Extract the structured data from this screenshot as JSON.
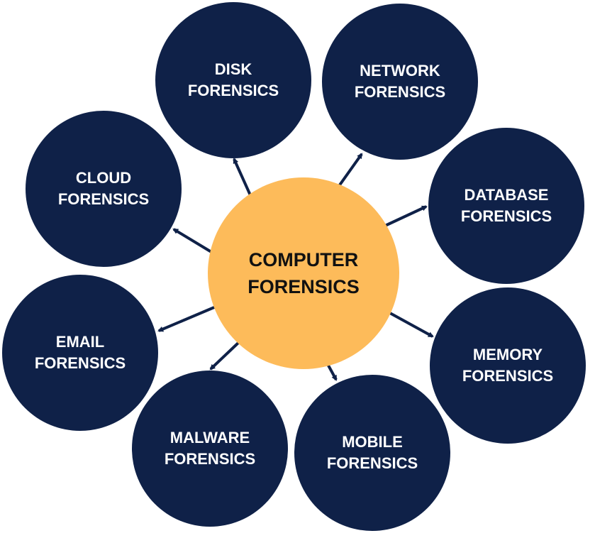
{
  "colors": {
    "outer": "#0f2148",
    "center": "#fdbb5a",
    "arrow": "#0f2148"
  },
  "center": {
    "label": "COMPUTER\nFORENSICS"
  },
  "nodes": [
    {
      "id": "disk",
      "label": "DISK\nFORENSICS"
    },
    {
      "id": "network",
      "label": "NETWORK\nFORENSICS"
    },
    {
      "id": "database",
      "label": "DATABASE\nFORENSICS"
    },
    {
      "id": "memory",
      "label": "MEMORY\nFORENSICS"
    },
    {
      "id": "mobile",
      "label": "MOBILE\nFORENSICS"
    },
    {
      "id": "malware",
      "label": "MALWARE\nFORENSICS"
    },
    {
      "id": "email",
      "label": "EMAIL\nFORENSICS"
    },
    {
      "id": "cloud",
      "label": "CLOUD\nFORENSICS"
    }
  ]
}
